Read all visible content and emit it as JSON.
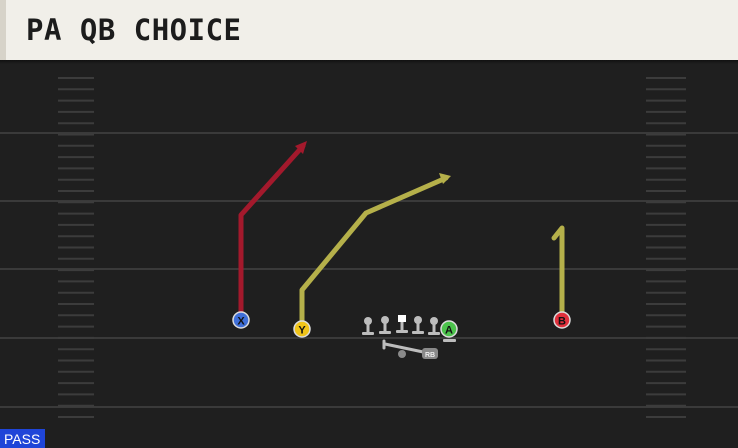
{
  "play": {
    "title": "PA QB CHOICE",
    "type_badge": "PASS"
  },
  "players": [
    {
      "id": "x",
      "label": "X",
      "color": "#3f6fd8"
    },
    {
      "id": "y",
      "label": "Y",
      "color": "#f0c419"
    },
    {
      "id": "a",
      "label": "A",
      "color": "#4cc34c"
    },
    {
      "id": "b",
      "label": "B",
      "color": "#e0303c"
    },
    {
      "id": "rb",
      "label": "RB",
      "color": "#bdbdbd"
    }
  ],
  "routes": [
    {
      "player": "x",
      "color": "#a3192c"
    },
    {
      "player": "y",
      "color": "#b5b04a"
    },
    {
      "player": "b",
      "color": "#b5b04a"
    }
  ],
  "colors": {
    "field": "#1f1f1f",
    "yard_line": "#3a3a3a",
    "hash": "#3c3c3c",
    "header_bg": "#f1efe9",
    "lineman": "#bdbdbd",
    "badge": "#1f45d8"
  }
}
